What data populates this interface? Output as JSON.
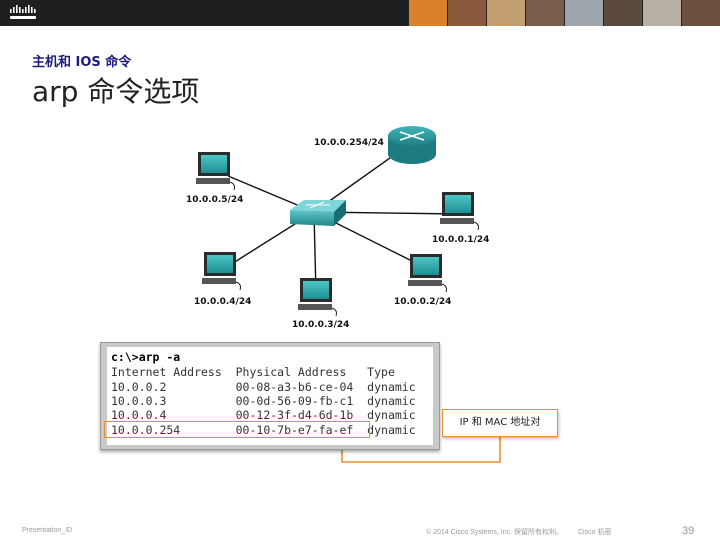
{
  "header": {
    "subtitle": "主机和 IOS 命令",
    "title": "arp 命令选项"
  },
  "network": {
    "router_ip": "10.0.0.254/24",
    "hosts": [
      "10.0.0.5/24",
      "10.0.0.1/24",
      "10.0.0.4/24",
      "10.0.0.3/24",
      "10.0.0.2/24"
    ]
  },
  "terminal": {
    "command": "c:\\>arp -a",
    "header": "Internet Address  Physical Address   Type",
    "rows": [
      "10.0.0.2          00-08-a3-b6-ce-04  dynamic",
      "10.0.0.3          00-0d-56-09-fb-c1  dynamic",
      "10.0.0.4          00-12-3f-d4-6d-1b  dynamic",
      "10.0.0.254        00-10-7b-e7-fa-ef  dynamic"
    ]
  },
  "callout": {
    "text": "IP 和 MAC 地址对"
  },
  "footer": {
    "presentation_id": "Presentation_ID",
    "copyright": "© 2014 Cisco Systems, Inc. 保留所有权利。",
    "confidential": "Cisco 机密",
    "page": "39"
  },
  "colors": {
    "accent": "#e8912e",
    "title_blue": "#1b1b7a",
    "topbar": "#1d1f21"
  }
}
